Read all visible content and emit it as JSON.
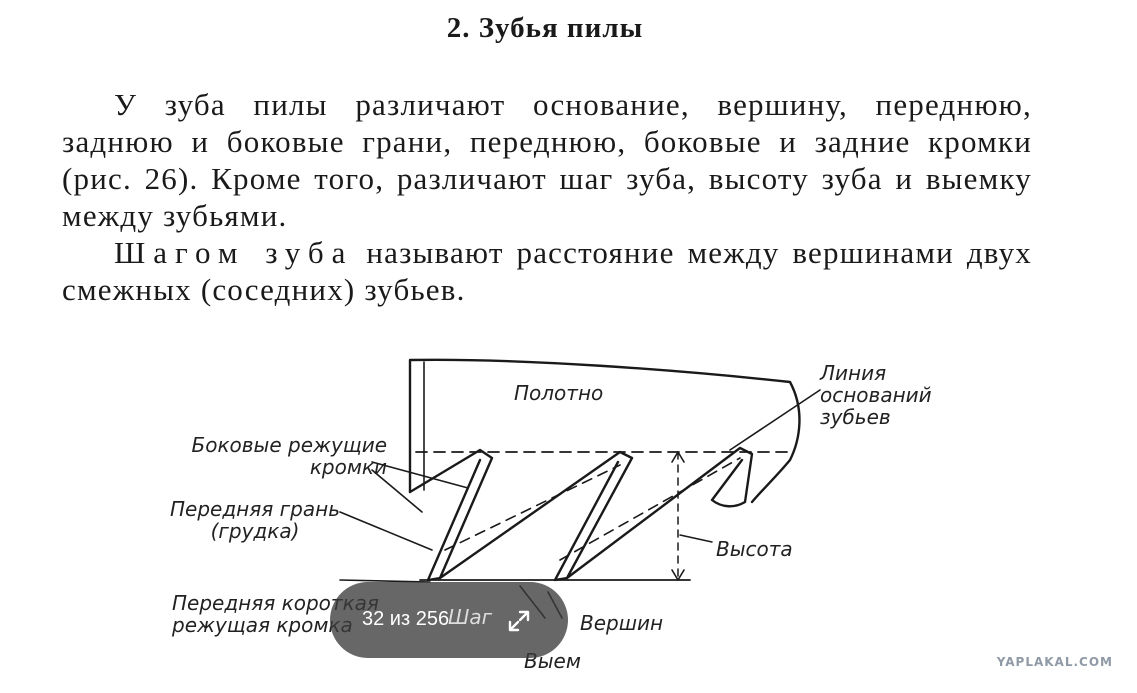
{
  "heading": "2. Зубья пилы",
  "paragraph1": "У зуба пилы различают основание, вершину, переднюю, заднюю и боковые грани, переднюю, боковые и задние кромки (рис. 26). Кроме того, различают шаг зуба, высоту зуба и выемку между зубьями.",
  "paragraph2": {
    "term": "Шагом зуба",
    "rest": " называют расстояние между вершинами двух смежных (соседних) зубьев."
  },
  "figure": {
    "labels": {
      "blade": "Полотно",
      "base_line": "Линия оснований зубьев",
      "side_edges": "Боковые режущие кромки",
      "front_face": "Передняя грань (грудка)",
      "front_short_edge": "Передняя короткая режущая кромка",
      "pitch": "Шаг",
      "height": "Высота",
      "tips": "Вершин",
      "gullet": "Выем"
    }
  },
  "viewer": {
    "counter": "32 из 256",
    "expand_icon": "expand-icon"
  },
  "watermark": "YAPLAKAL.COM"
}
